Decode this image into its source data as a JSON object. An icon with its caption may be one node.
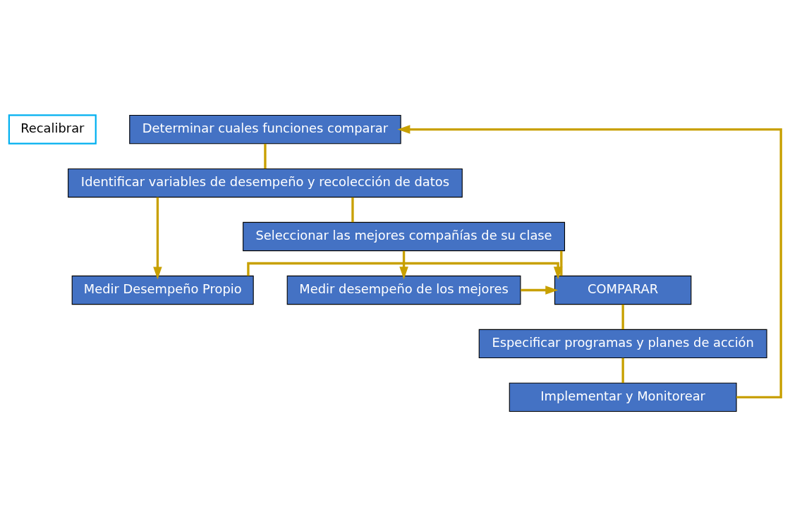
{
  "diagram": {
    "nodes": [
      {
        "text": [
          "Determinar cuales funciones comparar"
        ]
      },
      {
        "text": [
          "Identificar variables de desempeño y recolección de datos"
        ]
      },
      {
        "text": [
          "Seleccionar las mejores compañías de su clase"
        ]
      },
      {
        "text": [
          "Medir Desempeño Propio"
        ]
      },
      {
        "text": [
          "COMPARAR"
        ]
      },
      {
        "text": [
          "Medir desempeño de los mejores"
        ]
      },
      {
        "text": [
          "Especificar programas y planes de acción"
        ]
      },
      {
        "text": [
          "Implementar y Monitorear"
        ]
      },
      {
        "text": [
          "Recalibrar"
        ]
      }
    ],
    "edges": [
      {
        "from": 0,
        "to": 1,
        "arrow": "none"
      },
      {
        "from": 1,
        "to": 2,
        "arrow": "none"
      },
      {
        "from": 1,
        "to": 3,
        "arrow": "to"
      },
      {
        "from": 2,
        "to": 4,
        "arrow": "none"
      },
      {
        "from": 2,
        "to": 5,
        "arrow": "to"
      },
      {
        "from": 3,
        "to": 4,
        "arrow": "to"
      },
      {
        "from": 5,
        "to": 4,
        "arrow": "to"
      },
      {
        "from": 4,
        "to": 6,
        "arrow": "none"
      },
      {
        "from": 6,
        "to": 7,
        "arrow": "none"
      },
      {
        "from": 7,
        "to": 0,
        "arrow": "to"
      }
    ]
  }
}
